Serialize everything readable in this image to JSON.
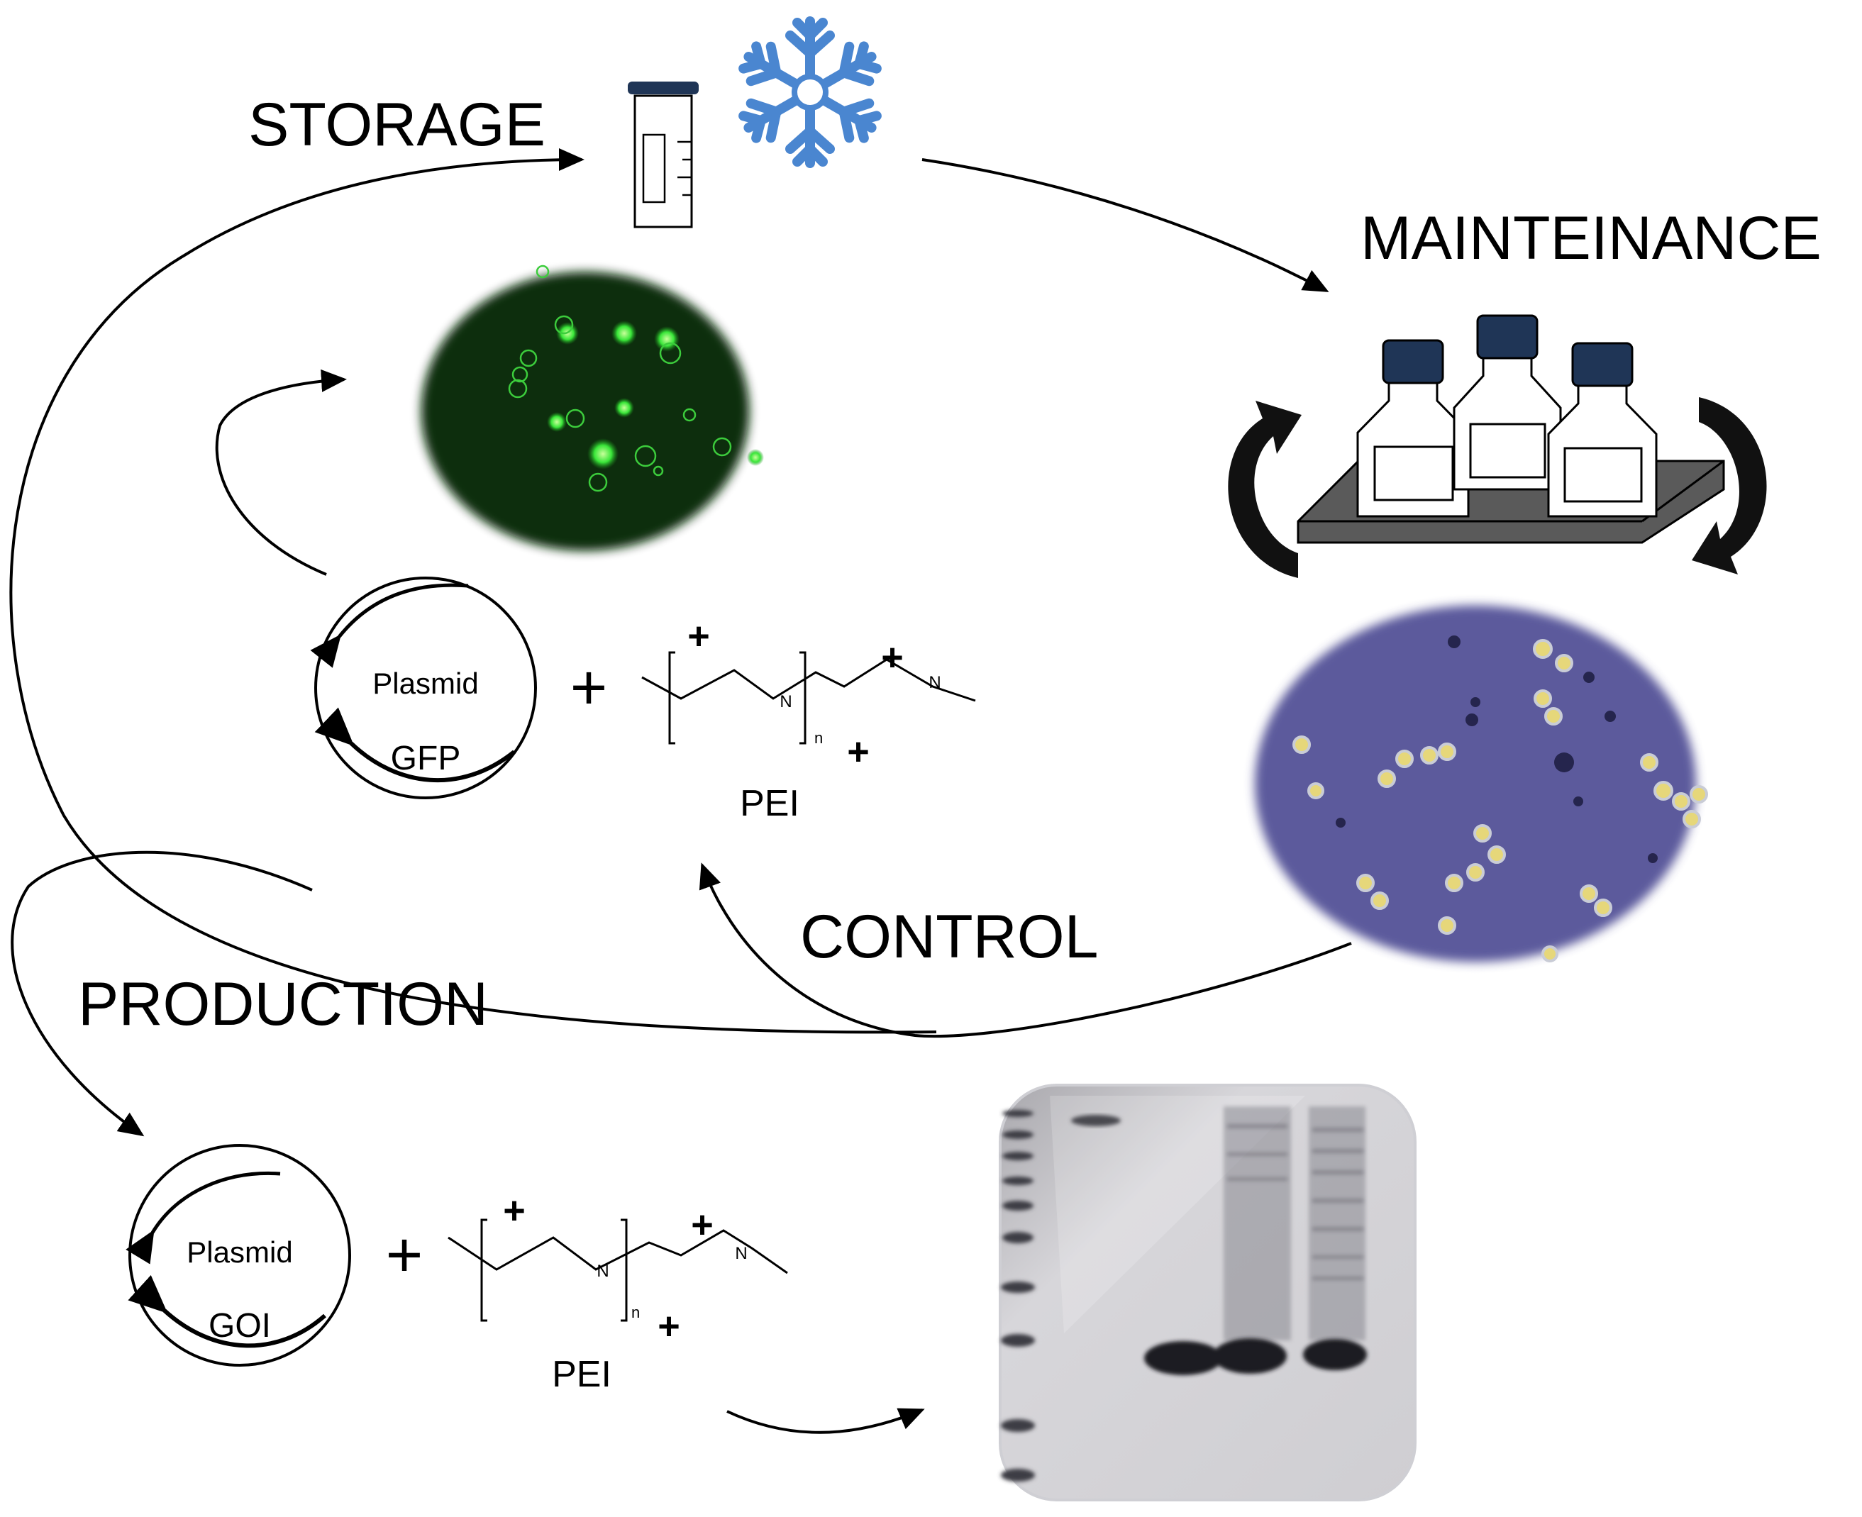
{
  "stages": {
    "storage": "STORAGE",
    "maintenance": "MAINTEINANCE",
    "control": "CONTROL",
    "production": "PRODUCTION"
  },
  "transfection_gfp": {
    "plasmid_label": "Plasmid",
    "gene_label": "GFP",
    "plus": "+",
    "polymer_label": "PEI",
    "nitrogen": "N",
    "repeat_subscript": "n",
    "charge": "+"
  },
  "transfection_goi": {
    "plasmid_label": "Plasmid",
    "gene_label": "GOI",
    "plus": "+",
    "polymer_label": "PEI",
    "nitrogen": "N",
    "repeat_subscript": "n",
    "charge": "+"
  },
  "icons": {
    "storage": [
      "cryo-tube-icon",
      "snowflake-icon"
    ],
    "maintenance": [
      "culture-bottles-on-shaker-icon",
      "rotation-arrows-icon"
    ],
    "images": [
      "gfp-fluorescence-micrograph",
      "brightfield-cell-micrograph",
      "sds-page-gel"
    ]
  },
  "colors": {
    "snowflake": "#4a86d0",
    "cap": "#1f3556",
    "fluorescence_bg": "#0b2a0b",
    "fluorescence_cells": "#39e639",
    "brightfield_bg": "#5b5a9c",
    "gel_bg": "#d4d2d5",
    "gel_band": "#1a1a22",
    "platform": "#5a5a5a"
  }
}
